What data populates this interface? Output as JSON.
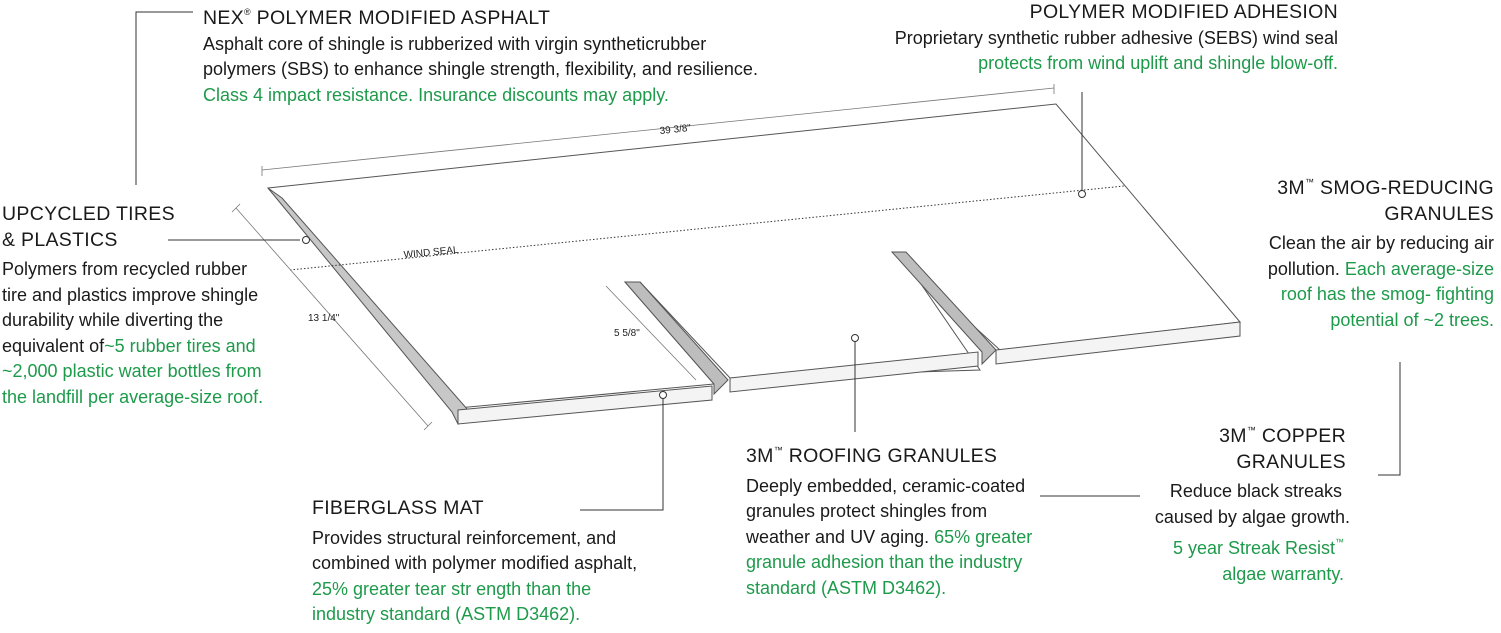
{
  "diagram": {
    "dimensions": {
      "length": "39 3/8\"",
      "height": "13 1/4\"",
      "tab": "5 5/8\""
    },
    "wind_seal_label": "WIND SEAL",
    "callouts": {
      "nex": {
        "title": "NEX",
        "title_mark": "®",
        "title_rest": "POLYMER MODIFIED ASPHALT",
        "lines": [
          {
            "text": "Asphalt core of shingle is rubberized with virgin syntheticrubber",
            "green": false
          },
          {
            "text": "polymers (SBS) to enhance shingle strength,   flexibility, and resilience.",
            "green": false
          },
          {
            "text": "Class 4 impact resistance.  Insurance discounts may apply.",
            "green": true
          }
        ]
      },
      "adhesion": {
        "title": "POLYMER MODIFIED ADHESION",
        "lines": [
          {
            "text": "Proprietary synthetic rubber adhesive (SEBS) wind seal",
            "green": false
          },
          {
            "text": "protects from wind uplift and shingle blow-off.",
            "green": true
          }
        ]
      },
      "tires": {
        "title_lines": [
          "UPCYCLED TIRES",
          "& PLASTICS"
        ],
        "lines": [
          {
            "b": "Polymers from recycled rubber",
            "g": ""
          },
          {
            "b": "tire and plastics improve shingle",
            "g": ""
          },
          {
            "b": "durability while diverting the",
            "g": ""
          },
          {
            "b": "equivalent of",
            "g": "~5 rubber tires and"
          },
          {
            "b": "",
            "g": "~2,000 plastic  water bottles from"
          },
          {
            "b": "",
            "g": "the landfill per  average-size roof."
          }
        ]
      },
      "smog": {
        "title_lines": [
          "3M",
          "SMOG-REDUCING",
          "GRANULES"
        ],
        "title_mark": "™",
        "lines": [
          {
            "b": "Clean the air by reducing air",
            "g": ""
          },
          {
            "b": "pollution.",
            "g": "Each average-size"
          },
          {
            "b": "",
            "g": "roof has the smog- fighting"
          },
          {
            "b": "",
            "g": "potential  of ~2 trees."
          }
        ]
      },
      "copper": {
        "title_lines": [
          "3M",
          "COPPER",
          "GRANULES"
        ],
        "title_mark": "™",
        "lines": [
          {
            "b": "Reduce black streaks",
            "g": ""
          },
          {
            "b": "caused by algae growth.",
            "g": ""
          },
          {
            "b": "",
            "g": "5 year Streak Resist"
          },
          {
            "b": "",
            "g": "algae warranty."
          }
        ],
        "warranty_mark": "™"
      },
      "granules": {
        "title": "3M",
        "title_mark": "™",
        "title_rest": "ROOFING GRANULES",
        "lines": [
          {
            "b": "Deeply embedded, ceramic-coated",
            "g": ""
          },
          {
            "b": "granules protect shingles from",
            "g": ""
          },
          {
            "b": "weather and UV aging.",
            "g": "65% greater"
          },
          {
            "b": "",
            "g": "granule adhesion than the industry"
          },
          {
            "b": "",
            "g": "standard (ASTM D3462)."
          }
        ]
      },
      "fiberglass": {
        "title": "FIBERGLASS MAT",
        "lines": [
          {
            "b": "Provides structural reinforcement,  and",
            "g": ""
          },
          {
            "b": "combined with polymer modified asphalt,",
            "g": ""
          },
          {
            "b": "",
            "g": "25% greater  tear str ength than the"
          },
          {
            "b": "",
            "g": "industry  standard (ASTM D3462)."
          }
        ]
      }
    },
    "colors": {
      "accent_green": "#1e9a4b",
      "text": "#1a1a1a",
      "shingle_face": "#ffffff",
      "shingle_edge": "#c8c8c8",
      "outline": "#555555"
    }
  }
}
